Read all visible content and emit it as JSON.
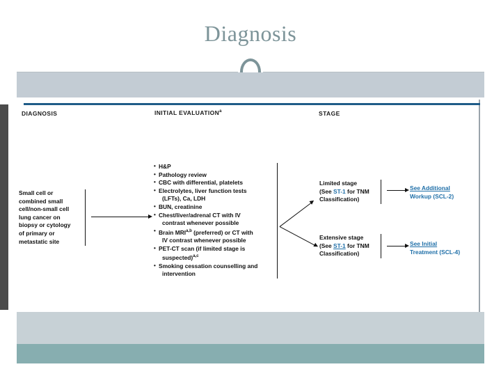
{
  "slide": {
    "title": "Diagnosis",
    "accent_color": "#7d9499",
    "band_top_color": "#c3ccd4",
    "band_mid_color": "#c7d1d6",
    "band_bottom_color": "#87aeb0",
    "rule_color": "#1f5c88",
    "link_color": "#1f6fa8"
  },
  "chart": {
    "columns": [
      {
        "label": "DIAGNOSIS",
        "superscript": ""
      },
      {
        "label": "INITIAL EVALUATION",
        "superscript": "a"
      },
      {
        "label": "STAGE",
        "superscript": ""
      }
    ],
    "diagnosis_box": {
      "lines": [
        "Small cell or",
        "combined small",
        "cell/non-small cell",
        "lung cancer on",
        "biopsy or cytology",
        "of primary or",
        "metastatic site"
      ]
    },
    "initial_evaluation_box": {
      "bullets": [
        {
          "text": "H&P",
          "continuations": []
        },
        {
          "text": "Pathology review",
          "continuations": []
        },
        {
          "text": "CBC with differential, platelets",
          "continuations": []
        },
        {
          "text": "Electrolytes, liver function tests",
          "continuations": [
            "(LFTs), Ca, LDH"
          ]
        },
        {
          "text": "BUN, creatinine",
          "continuations": []
        },
        {
          "text": "Chest/liver/adrenal CT with IV",
          "continuations": [
            "contrast whenever possible"
          ]
        },
        {
          "text": "Brain MRI",
          "sup": "a,b",
          "text_after": " (preferred) or CT with",
          "continuations": [
            "IV contrast whenever possible"
          ]
        },
        {
          "text": "PET-CT scan (if limited stage is",
          "continuations": [
            "suspected)"
          ],
          "cont_sup": "a,c"
        },
        {
          "text": "Smoking cessation counselling and",
          "continuations": [
            "intervention"
          ]
        }
      ]
    },
    "stage_boxes": [
      {
        "name": "limited-stage",
        "line1": "Limited stage",
        "line2_pre": "(See ",
        "line2_link": "ST-1",
        "line2_post": " for TNM",
        "line3": "Classification)"
      },
      {
        "name": "extensive-stage",
        "line1": "Extensive stage",
        "line2_pre": "(See ",
        "line2_link": "ST-1",
        "line2_post": " for TNM",
        "line3": "Classification)"
      }
    ],
    "outbound_links": [
      {
        "name": "see-additional-workup",
        "line1": "See Additional",
        "line2": "Workup (SCL-2)"
      },
      {
        "name": "see-initial-treatment",
        "line1": "See Initial",
        "line2": "Treatment (SCL-4)"
      }
    ]
  }
}
